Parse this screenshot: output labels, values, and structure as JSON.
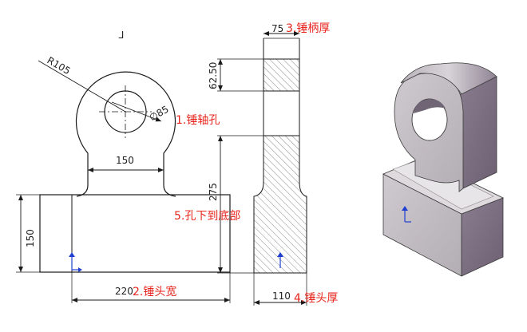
{
  "front_view": {
    "radius_label": "R105",
    "hole_label": "∅85",
    "neck_width_label": "150",
    "body_height_label": "150",
    "body_width_label": "220",
    "stray_mark": "ᒧ"
  },
  "side_view": {
    "top_width_label": "75",
    "handle_height_label": "62.50",
    "body_height_label": "275",
    "bottom_width_label": "110"
  },
  "annotations": {
    "hole": "1.锤轴孔",
    "head_width": "2.锤头宽",
    "handle_thickness": "3.锤柄厚",
    "head_thickness": "4.锤头厚",
    "hole_to_bottom": "5.孔下到底部"
  },
  "colors": {
    "annotation": "#e8261e",
    "line": "#1a1a1a",
    "hatch": "#555555",
    "axis": "#1f3fd1",
    "model_face": "#c9c4c9",
    "model_side": "#7d6f82",
    "model_top": "#dcd8dc"
  }
}
